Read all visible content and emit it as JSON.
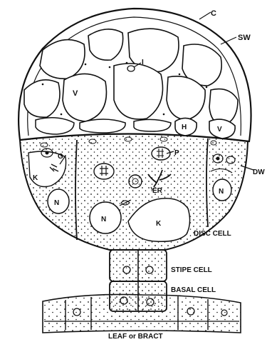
{
  "figure": {
    "labels": {
      "cuticle": "C",
      "secretory_wall": "SW",
      "isolated_piece": "I",
      "vacuole_upper": "V",
      "vacuole_right": "V",
      "hydrolysate": "H",
      "golgi": "G",
      "plastid": "P",
      "disc_wall": "DW",
      "k_left": "K",
      "n_left": "N",
      "n_center": "N",
      "k_center": "K",
      "er": "ER",
      "n_right": "N",
      "disc_cell": "DISC CELL",
      "stipe_cell": "STIPE CELL",
      "basal_cell": "BASAL CELL",
      "leaf_or_bract": "LEAF or BRACT"
    },
    "colors": {
      "ink": "#111111",
      "paper": "#ffffff"
    }
  }
}
